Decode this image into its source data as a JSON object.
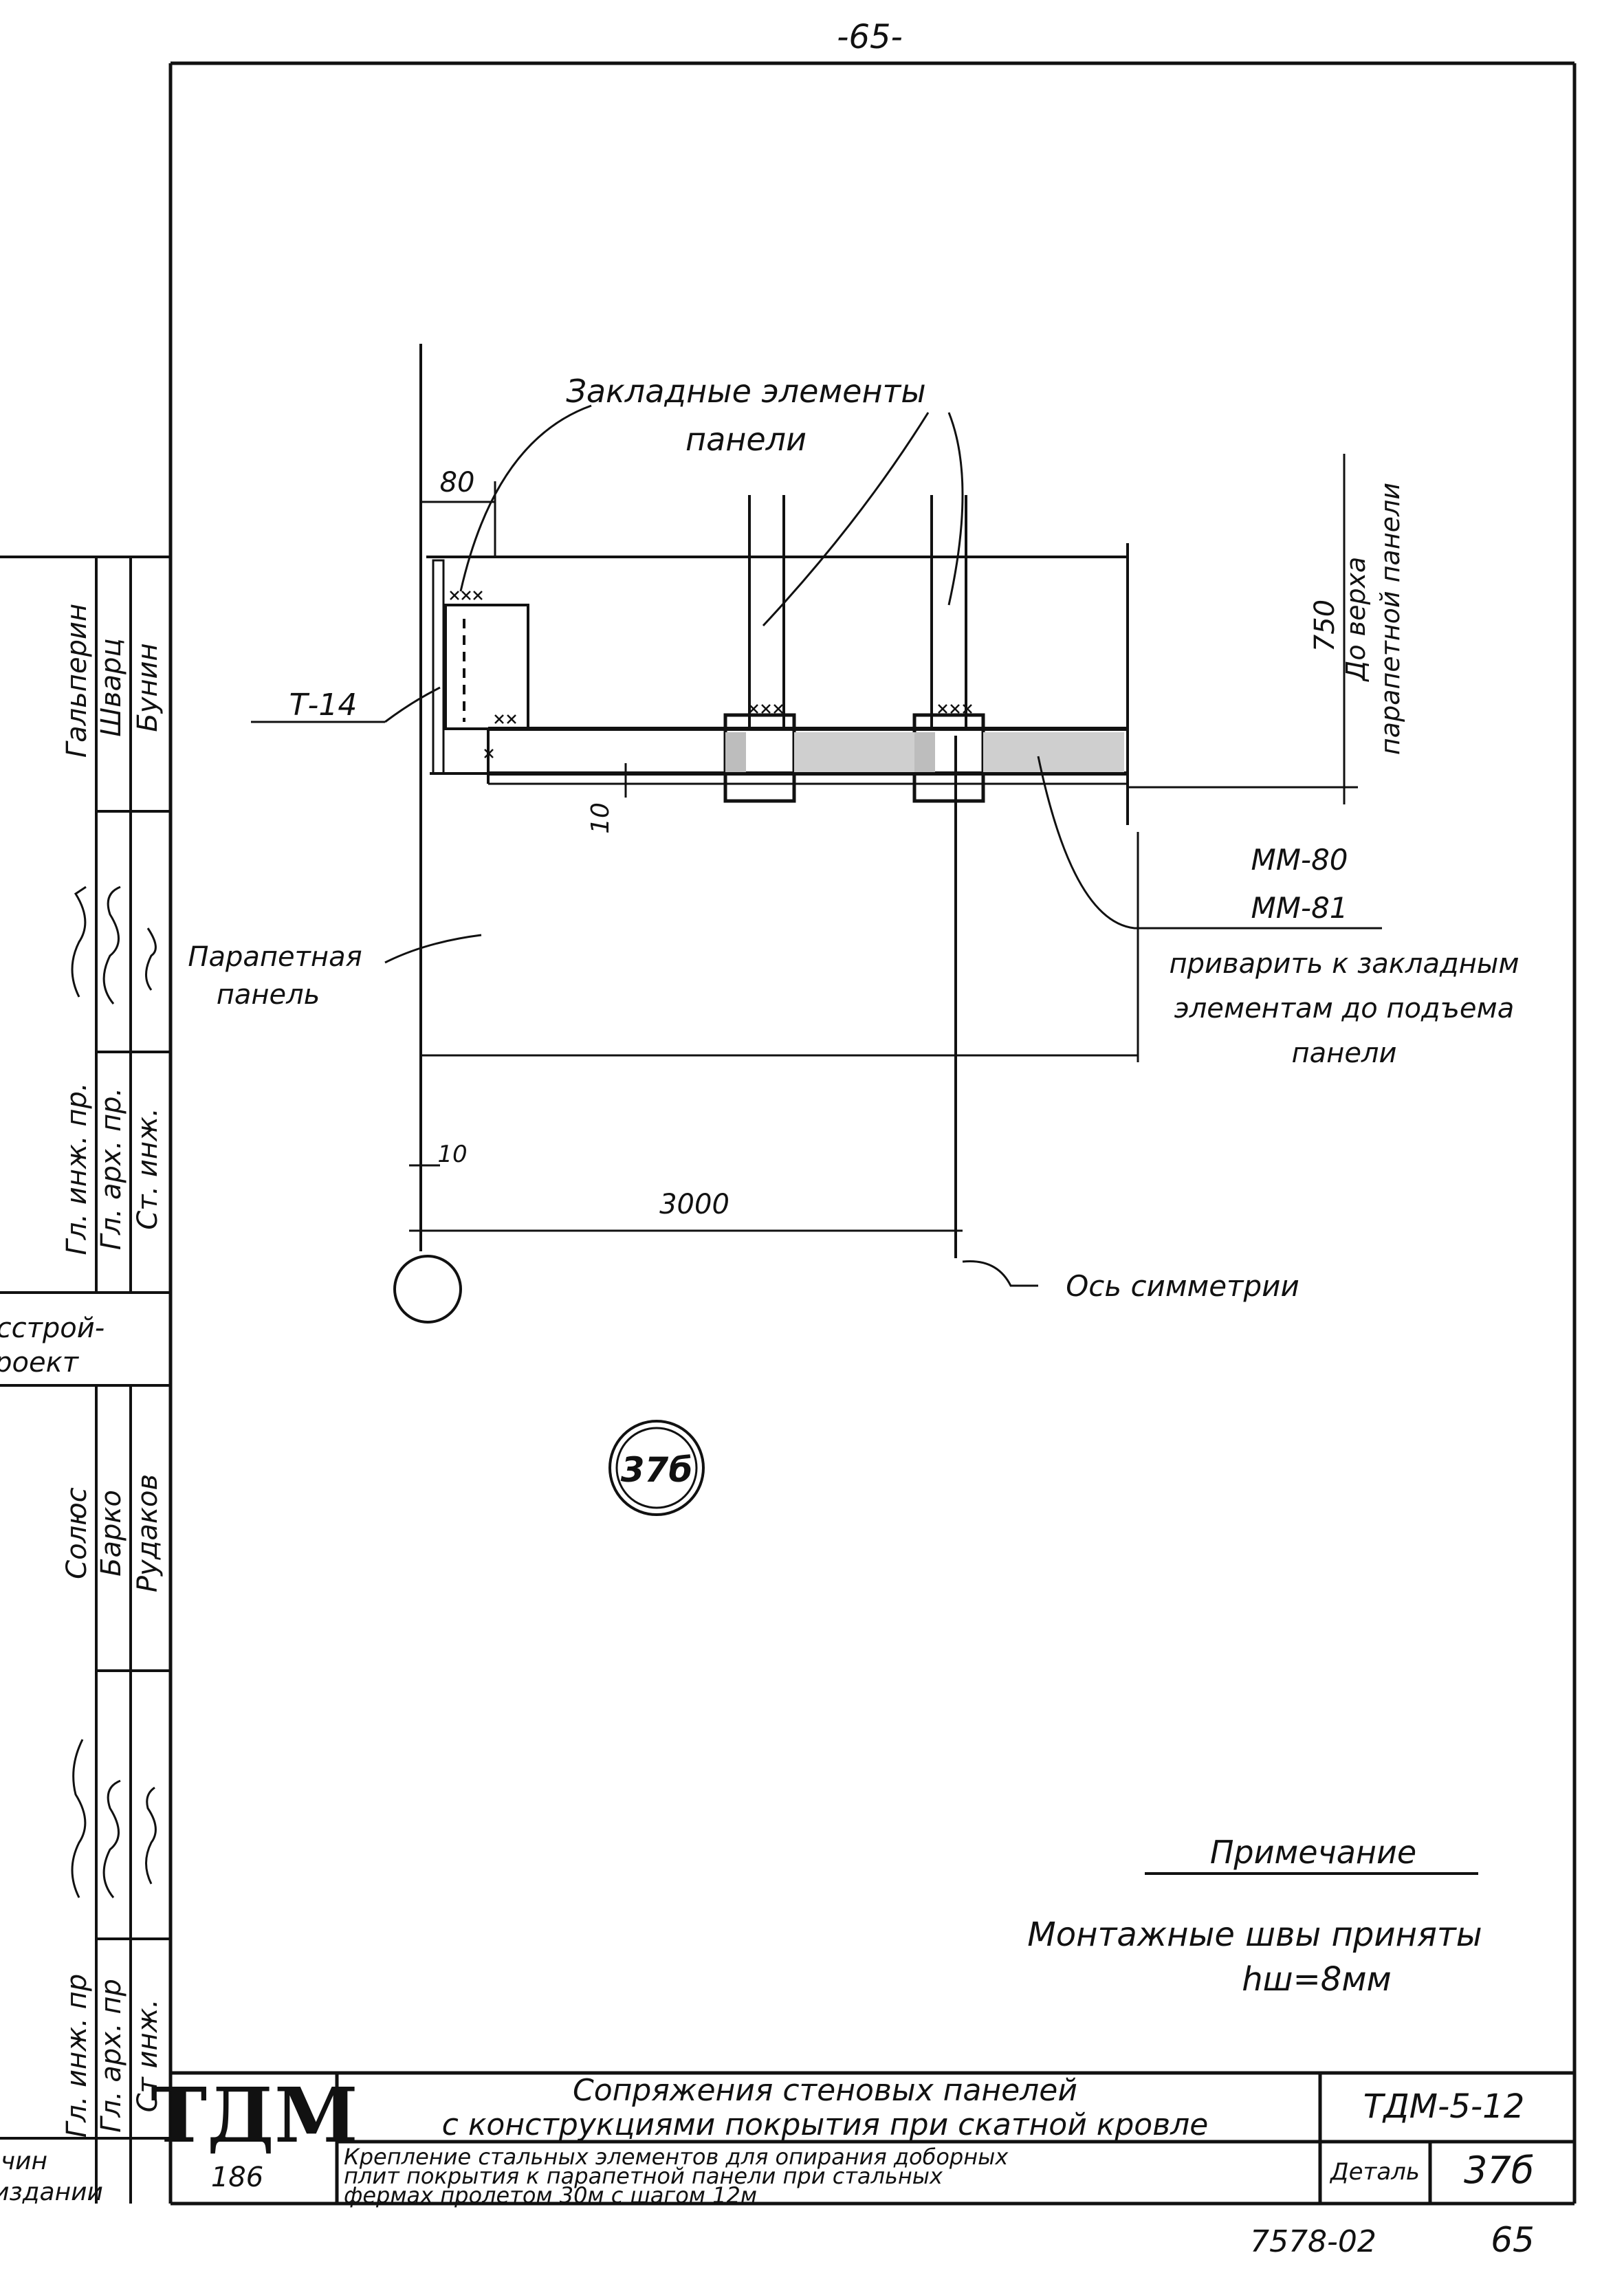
{
  "page_number_top": "-65-",
  "page_number_bottom": "65",
  "sheet_code": "7578-02",
  "drawing": {
    "labels": {
      "embedded_elements": [
        "Закладные элементы",
        "панели"
      ],
      "dim_80": "80",
      "dim_750": "750",
      "to_top": [
        "До верха",
        "парапетной панели"
      ],
      "t14": "Т-14",
      "dim_10_mid": "10",
      "mm80": "ММ-80",
      "mm81": "ММ-81",
      "weld_note": [
        "приварить к закладным",
        "элементам до подъема",
        "панели"
      ],
      "parapet_panel": [
        "Парапетная",
        "панель"
      ],
      "dim_10_left": "10",
      "dim_3000": "3000",
      "axis_symmetry": "Ось симметрии",
      "detail_mark": "37б"
    }
  },
  "note": {
    "title": "Примечание",
    "line1": "Монтажные швы приняты",
    "line2": "hш=8мм"
  },
  "side_stamp": {
    "upper": {
      "roles": [
        "Гл. инж. пр.",
        "Гл. арх. пр.",
        "Ст. инж."
      ],
      "names": [
        "Гальперин",
        "Шварц",
        "Бунин"
      ]
    },
    "org": [
      "Госстрой-",
      "проект"
    ],
    "lower": {
      "roles": [
        "Гл. инж. пр",
        "Гл. арх. пр",
        "Ст инж."
      ],
      "names": [
        "Солюс",
        "Барко",
        "Рудаков"
      ]
    },
    "bottom_left": [
      "чин",
      "издании"
    ]
  },
  "title_block": {
    "logo": "ТДМ",
    "logo_sub": "186",
    "title": [
      "Сопряжения стеновых панелей",
      "с конструкциями покрытия при скатной кровле"
    ],
    "subtitle": [
      "Крепление стальных элементов для опирания доборных",
      "плит покрытия к парапетной панели при стальных",
      "фермах пролетом 30м с шагом 12м"
    ],
    "series": "ТДМ-5-12",
    "detail_label": "Деталь",
    "detail_value": "37б"
  }
}
